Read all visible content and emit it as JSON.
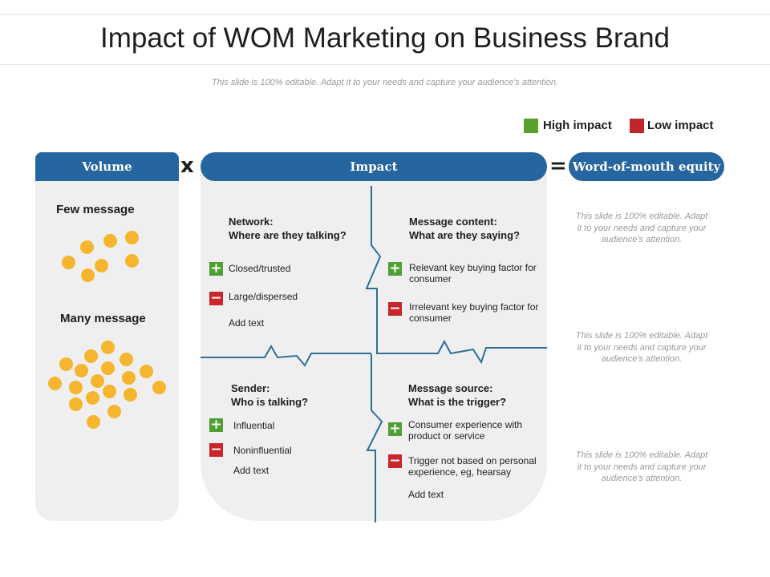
{
  "title": "Impact of WOM Marketing on Business Brand",
  "subtitle": "This slide is 100% editable. Adapt it to your needs and capture your audience's attention.",
  "legend": [
    {
      "label": "High impact",
      "color": "#5aa02c"
    },
    {
      "label": "Low impact",
      "color": "#c0272d"
    }
  ],
  "headers": {
    "volume": "Volume",
    "times": "x",
    "impact": "Impact",
    "equals": "=",
    "equity": "Word-of-mouth equity"
  },
  "volume": {
    "few_label": "Few message",
    "many_label": "Many message"
  },
  "quadrants": {
    "network": {
      "title_line1": "Network:",
      "title_line2": "Where are they talking?",
      "plus_item": "Closed/trusted",
      "minus_item": "Large/dispersed",
      "add_text": "Add text"
    },
    "content": {
      "title_line1": "Message content:",
      "title_line2": "What are they saying?",
      "plus_item": "Relevant key buying factor for consumer",
      "minus_item": "Irrelevant key buying factor for consumer"
    },
    "sender": {
      "title_line1": "Sender:",
      "title_line2": "Who is talking?",
      "plus_item": "Influential",
      "minus_item": "Noninfluential",
      "add_text": "Add text"
    },
    "source": {
      "title_line1": "Message source:",
      "title_line2": "What is the trigger?",
      "plus_item": "Consumer experience with product or service",
      "minus_item": "Trigger not based on personal experience, eg, hearsay",
      "add_text": "Add text"
    }
  },
  "side_notes": [
    "This slide is 100% editable. Adapt it to your needs and capture your audience's attention.",
    "This slide is 100% editable. Adapt it to your needs and capture your audience's attention.",
    "This slide is 100% editable. Adapt it to your needs and capture your audience's attention."
  ],
  "icons": {
    "plus": "plus-icon",
    "minus": "minus-icon",
    "dot": "message-dot-icon"
  },
  "colors": {
    "header_blue": "#2566a0",
    "dot": "#f5b52e",
    "plus": "#4f9f35",
    "minus": "#c9262c",
    "panel": "#efefef",
    "divider": "#2e6f98"
  }
}
